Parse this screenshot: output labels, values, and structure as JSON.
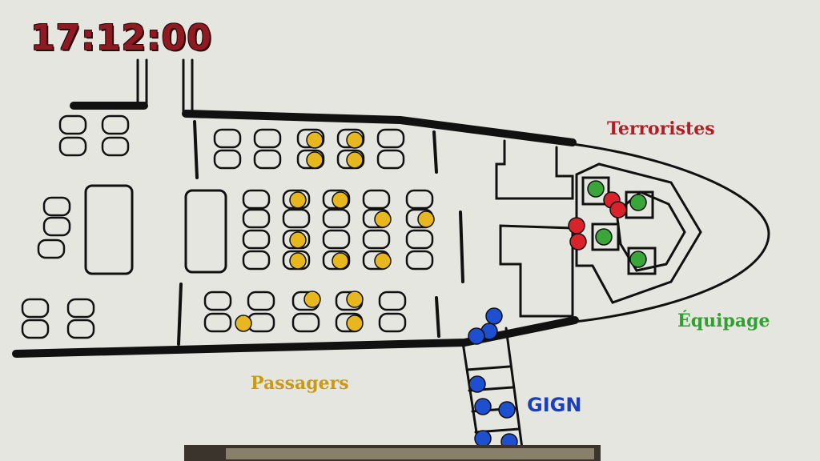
{
  "clock": "17:12:00",
  "legend": {
    "terroristes": "Terroristes",
    "equipage": "Équipage",
    "passagers": "Passagers",
    "gign": "GIGN"
  },
  "colors": {
    "terroristes": "#d8232a",
    "equipage": "#3aa63a",
    "passagers": "#e6b71e",
    "gign": "#1f4fd1",
    "lines": "#111111",
    "background": "#e6e6e1"
  }
}
